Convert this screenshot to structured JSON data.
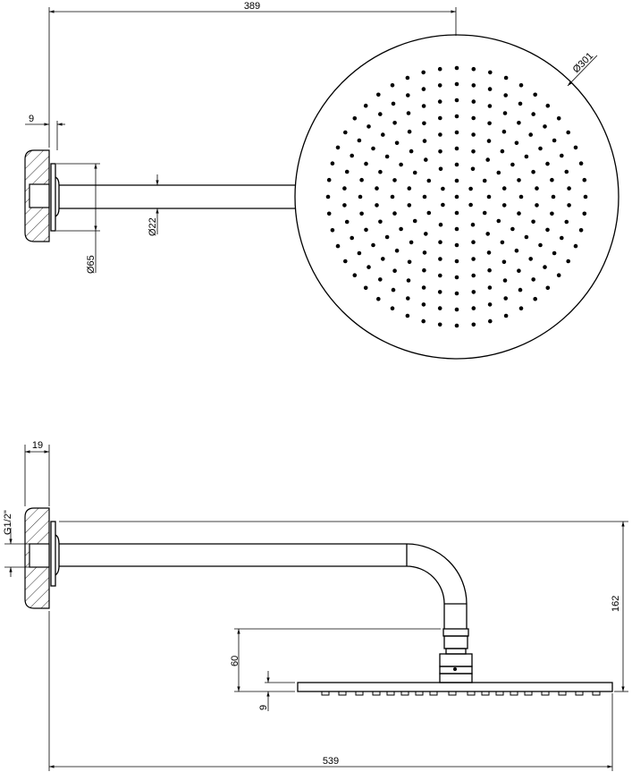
{
  "title": "Wall-mounted shower head with arm - technical drawing",
  "top_view": {
    "dim_arm_length": "389",
    "dim_flange_depth": "9",
    "dim_head_diameter": "Ø301",
    "dim_arm_diameter": "Ø22",
    "dim_flange_diameter": "Ø65"
  },
  "side_view": {
    "dim_wall_depth": "19",
    "dim_thread": "G1/2\"",
    "dim_total_drop": "162",
    "dim_joint_height": "60",
    "dim_head_thickness": "9",
    "dim_total_projection": "539"
  },
  "colors": {
    "line": "#000000",
    "background": "#ffffff"
  }
}
